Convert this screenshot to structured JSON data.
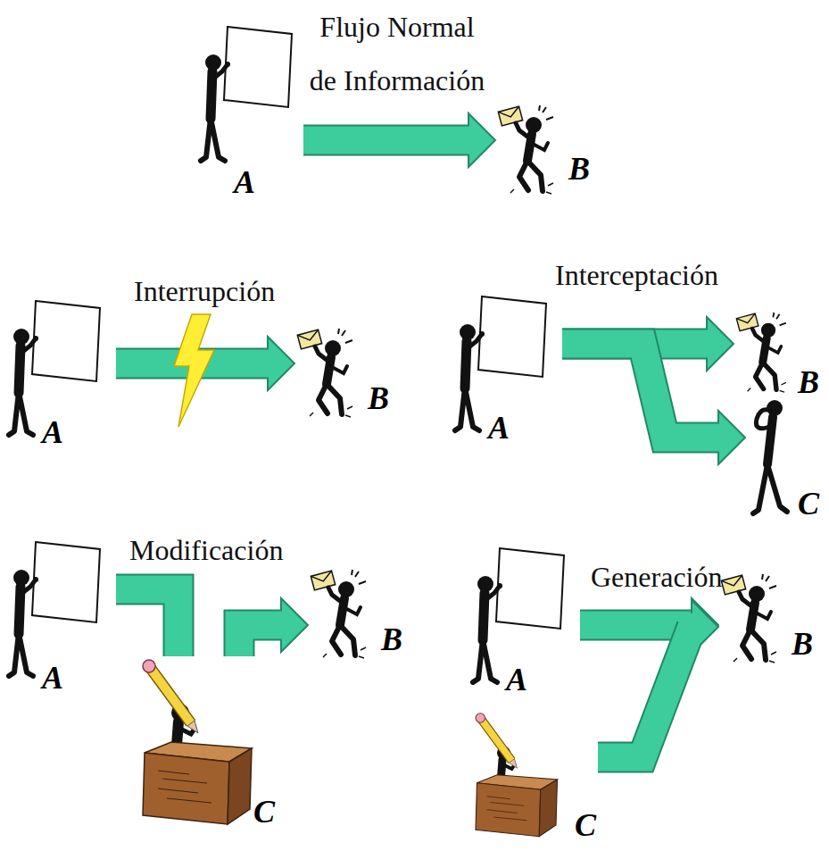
{
  "diagram": {
    "nodes": [
      {
        "text": [
          "A"
        ]
      },
      {
        "text": [
          "B"
        ]
      },
      {
        "text": [
          "A"
        ]
      },
      {
        "text": [
          "B"
        ]
      },
      {
        "text": [
          "A"
        ]
      },
      {
        "text": [
          "B"
        ]
      },
      {
        "text": [
          "C"
        ]
      },
      {
        "text": [
          "A"
        ]
      },
      {
        "text": [
          "B"
        ]
      },
      {
        "text": [
          "C"
        ]
      },
      {
        "text": [
          "A"
        ]
      },
      {
        "text": [
          "B"
        ]
      },
      {
        "text": [
          "C"
        ]
      }
    ],
    "edges": [
      {
        "from": 0,
        "to": 1,
        "arrow": "to"
      },
      {
        "from": 2,
        "to": 3,
        "arrow": "to"
      },
      {
        "from": 4,
        "to": 5,
        "arrow": "to"
      },
      {
        "from": 4,
        "to": 6,
        "arrow": "to"
      },
      {
        "from": 7,
        "to": 9,
        "arrow": "none"
      },
      {
        "from": 9,
        "to": 8,
        "arrow": "to"
      },
      {
        "from": 10,
        "to": 11,
        "arrow": "to"
      },
      {
        "from": 12,
        "to": 11,
        "arrow": "to"
      }
    ],
    "labels": [
      "Flujo Normal de Información",
      "Interrupción",
      "Interceptación",
      "Modificación",
      "Generación"
    ]
  }
}
